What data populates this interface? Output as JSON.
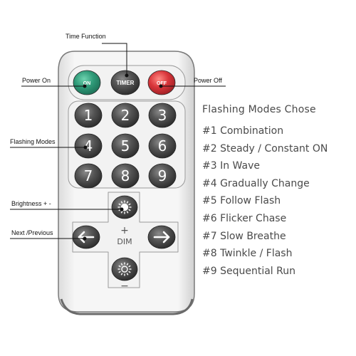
{
  "buttons": {
    "on": "ON",
    "timer": "TIMER",
    "off": "OFF",
    "digits": [
      "1",
      "2",
      "3",
      "4",
      "5",
      "6",
      "7",
      "8",
      "9"
    ],
    "plus": "+",
    "dim": "DIM",
    "minus": "−"
  },
  "callouts": {
    "time_function": "Time Function",
    "power_on": "Power On",
    "power_off": "Power Off",
    "flashing_modes": "Flashing Modes",
    "brightness": "Brightness + -",
    "next_previous": "Next /Previous"
  },
  "modes": {
    "heading": "Flashing Modes Chose",
    "items": [
      "#1 Combination",
      "#2 Steady / Constant ON",
      "#3 In Wave",
      "#4 Gradually Change",
      "#5 Follow Flash",
      "#6 Flicker Chase",
      "#7 Slow Breathe",
      "#8 Twinkle / Flash",
      "#9 Sequential Run"
    ]
  },
  "colors": {
    "on_button": "#2f9a78",
    "off_button": "#d9363b",
    "dark_button": "#4a4a4a",
    "remote_body": "#f4f4f4",
    "remote_border": "#7a7a7a"
  },
  "icons": {
    "brightness_up": "sun-filled-icon",
    "brightness_down": "sun-outline-icon",
    "previous": "arrow-left-icon",
    "next": "arrow-right-icon"
  }
}
